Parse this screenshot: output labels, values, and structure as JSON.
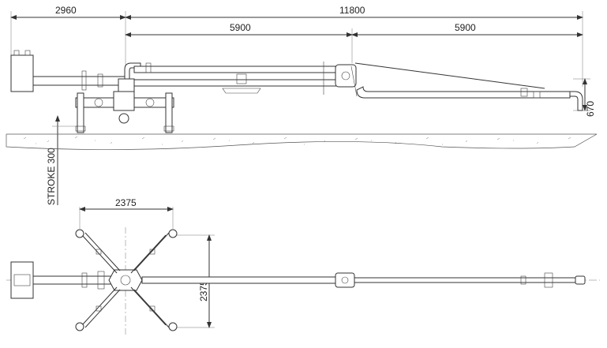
{
  "dimensions": {
    "overall_length": "11800",
    "rear_length": "2960",
    "boom_first_section": "5900",
    "boom_second_section": "5900",
    "outlet_height": "670",
    "leg_stroke": "STROKE 300",
    "plan_width": "2375",
    "plan_depth": "2375"
  },
  "icons": {
    "dimension_arrow": "arrow-icon",
    "hatching": "ground-hatch-icon"
  }
}
